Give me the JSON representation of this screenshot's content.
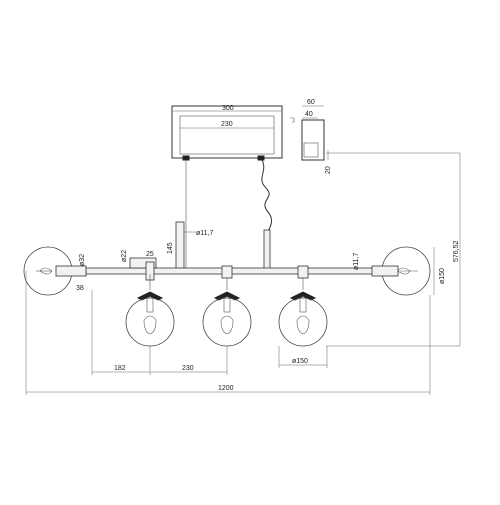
{
  "dimensions": {
    "canopy_outer_width": "300",
    "canopy_inner_width": "230",
    "canopy_side_depth_top": "60",
    "canopy_side_depth_inner": "40",
    "canopy_side_height": "20",
    "rod_diameter_left": "ø22",
    "rod_diameter_right": "ø11,7",
    "stem_diameter": "ø11,7",
    "stem_height": "145",
    "mount_width": "25",
    "socket_diameter": "ø32",
    "socket_length": "38",
    "shade_diameter_side": "ø150",
    "shade_diameter_bottom": "ø150",
    "total_height": "576,52",
    "offset_182": "182",
    "spacing_230": "230",
    "total_width": "1200"
  }
}
